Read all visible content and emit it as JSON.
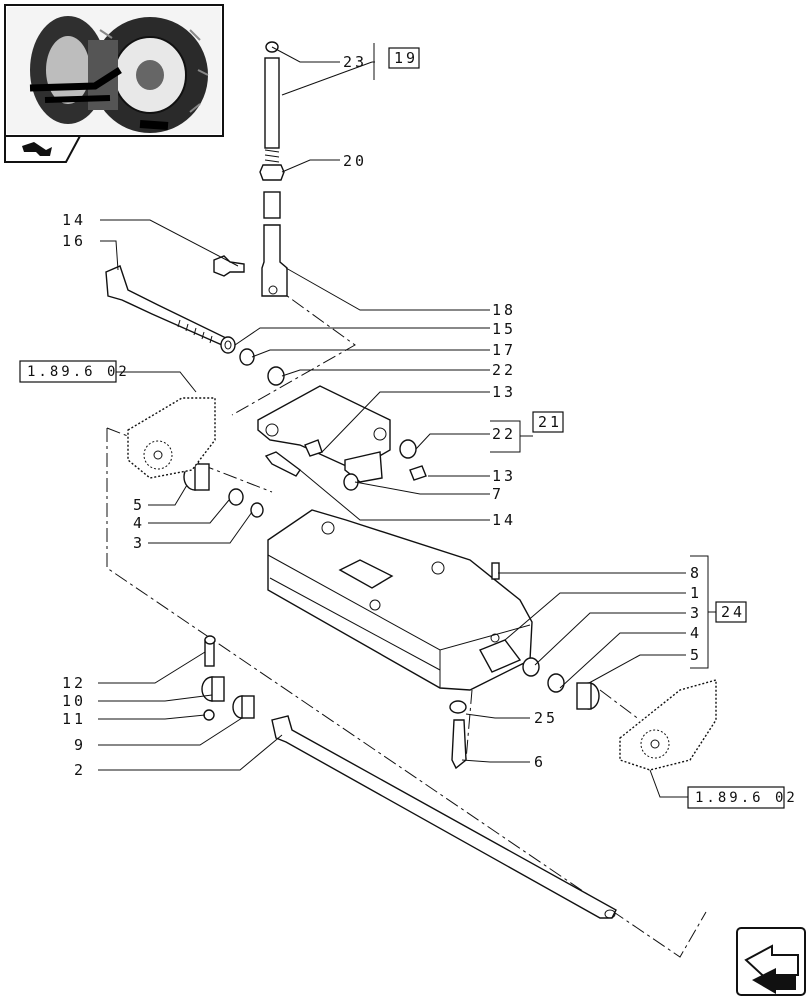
{
  "callouts": {
    "c23": "23",
    "c19": "19",
    "c20": "20",
    "c14a": "14",
    "c16": "16",
    "c18": "18",
    "c15": "15",
    "c17": "17",
    "c22a": "22",
    "c13a": "13",
    "c21": "21",
    "c22b": "22",
    "c13b": "13",
    "c7": "7",
    "c14b": "14",
    "c5a": "5",
    "c4a": "4",
    "c3a": "3",
    "c8": "8",
    "c1": "1",
    "c24": "24",
    "c3b": "3",
    "c4b": "4",
    "c5b": "5",
    "c12": "12",
    "c10": "10",
    "c11": "11",
    "c9": "9",
    "c2": "2",
    "c25": "25",
    "c6": "6"
  },
  "refs": {
    "left_ref": "1.89.6 02",
    "right_ref": "1.89.6 02"
  },
  "icons": {
    "thumbnail": "tractor-thumbnail-icon",
    "section": "section-arrow-icon",
    "next": "next-page-arrow-icon"
  }
}
